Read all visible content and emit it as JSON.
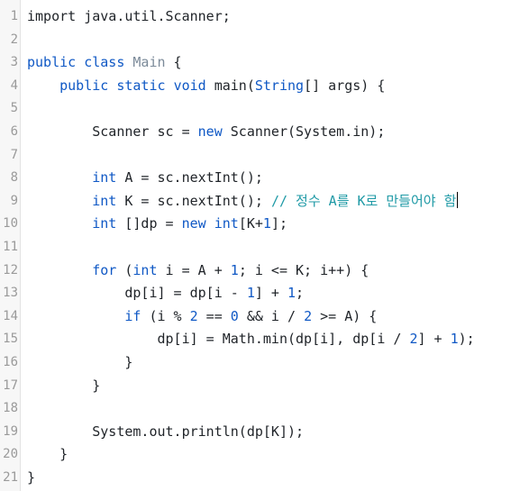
{
  "editor": {
    "lines": [
      {
        "n": "1",
        "tokens": [
          {
            "t": "import java.util.Scanner;",
            "c": ""
          }
        ]
      },
      {
        "n": "2",
        "tokens": []
      },
      {
        "n": "3",
        "tokens": [
          {
            "t": "public",
            "c": "kw"
          },
          {
            "t": " ",
            "c": ""
          },
          {
            "t": "class",
            "c": "kw"
          },
          {
            "t": " ",
            "c": ""
          },
          {
            "t": "Main",
            "c": "cls"
          },
          {
            "t": " {",
            "c": ""
          }
        ]
      },
      {
        "n": "4",
        "tokens": [
          {
            "t": "    ",
            "c": ""
          },
          {
            "t": "public",
            "c": "kw"
          },
          {
            "t": " ",
            "c": ""
          },
          {
            "t": "static",
            "c": "kw"
          },
          {
            "t": " ",
            "c": ""
          },
          {
            "t": "void",
            "c": "kw"
          },
          {
            "t": " main(",
            "c": ""
          },
          {
            "t": "String",
            "c": "kw"
          },
          {
            "t": "[] args) {",
            "c": ""
          }
        ]
      },
      {
        "n": "5",
        "tokens": []
      },
      {
        "n": "6",
        "tokens": [
          {
            "t": "        Scanner sc = ",
            "c": ""
          },
          {
            "t": "new",
            "c": "kw"
          },
          {
            "t": " Scanner(System.in);",
            "c": ""
          }
        ]
      },
      {
        "n": "7",
        "tokens": []
      },
      {
        "n": "8",
        "tokens": [
          {
            "t": "        ",
            "c": ""
          },
          {
            "t": "int",
            "c": "kw"
          },
          {
            "t": " A = sc.nextInt();",
            "c": ""
          }
        ]
      },
      {
        "n": "9",
        "tokens": [
          {
            "t": "        ",
            "c": ""
          },
          {
            "t": "int",
            "c": "kw"
          },
          {
            "t": " K = sc.nextInt(); ",
            "c": ""
          },
          {
            "t": "// 정수 A를 K로 만들어야 함",
            "c": "cmt"
          }
        ],
        "caret": true
      },
      {
        "n": "10",
        "tokens": [
          {
            "t": "        ",
            "c": ""
          },
          {
            "t": "int",
            "c": "kw"
          },
          {
            "t": " []dp = ",
            "c": ""
          },
          {
            "t": "new",
            "c": "kw"
          },
          {
            "t": " ",
            "c": ""
          },
          {
            "t": "int",
            "c": "kw"
          },
          {
            "t": "[K+",
            "c": ""
          },
          {
            "t": "1",
            "c": "num"
          },
          {
            "t": "];",
            "c": ""
          }
        ]
      },
      {
        "n": "11",
        "tokens": []
      },
      {
        "n": "12",
        "tokens": [
          {
            "t": "        ",
            "c": ""
          },
          {
            "t": "for",
            "c": "kw"
          },
          {
            "t": " (",
            "c": ""
          },
          {
            "t": "int",
            "c": "kw"
          },
          {
            "t": " i = A + ",
            "c": ""
          },
          {
            "t": "1",
            "c": "num"
          },
          {
            "t": "; i <= K; i++) {",
            "c": ""
          }
        ]
      },
      {
        "n": "13",
        "tokens": [
          {
            "t": "            dp[i] = dp[i - ",
            "c": ""
          },
          {
            "t": "1",
            "c": "num"
          },
          {
            "t": "] + ",
            "c": ""
          },
          {
            "t": "1",
            "c": "num"
          },
          {
            "t": ";",
            "c": ""
          }
        ]
      },
      {
        "n": "14",
        "tokens": [
          {
            "t": "            ",
            "c": ""
          },
          {
            "t": "if",
            "c": "kw"
          },
          {
            "t": " (i % ",
            "c": ""
          },
          {
            "t": "2",
            "c": "num"
          },
          {
            "t": " == ",
            "c": ""
          },
          {
            "t": "0",
            "c": "num"
          },
          {
            "t": " && i / ",
            "c": ""
          },
          {
            "t": "2",
            "c": "num"
          },
          {
            "t": " >= A) {",
            "c": ""
          }
        ]
      },
      {
        "n": "15",
        "tokens": [
          {
            "t": "                dp[i] = Math.min(dp[i], dp[i / ",
            "c": ""
          },
          {
            "t": "2",
            "c": "num"
          },
          {
            "t": "] + ",
            "c": ""
          },
          {
            "t": "1",
            "c": "num"
          },
          {
            "t": ");",
            "c": ""
          }
        ]
      },
      {
        "n": "16",
        "tokens": [
          {
            "t": "            }",
            "c": ""
          }
        ]
      },
      {
        "n": "17",
        "tokens": [
          {
            "t": "        }",
            "c": ""
          }
        ]
      },
      {
        "n": "18",
        "tokens": []
      },
      {
        "n": "19",
        "tokens": [
          {
            "t": "        System.out.println(dp[K]);",
            "c": ""
          }
        ]
      },
      {
        "n": "20",
        "tokens": [
          {
            "t": "    }",
            "c": ""
          }
        ]
      },
      {
        "n": "21",
        "tokens": [
          {
            "t": "}",
            "c": ""
          }
        ]
      }
    ]
  },
  "colors": {
    "keyword": "#0f58c5",
    "class_name": "#7b8a99",
    "comment": "#1f9aa6",
    "number": "#0f58c5",
    "line_number": "#9a9a9a",
    "text": "#1f2328"
  }
}
